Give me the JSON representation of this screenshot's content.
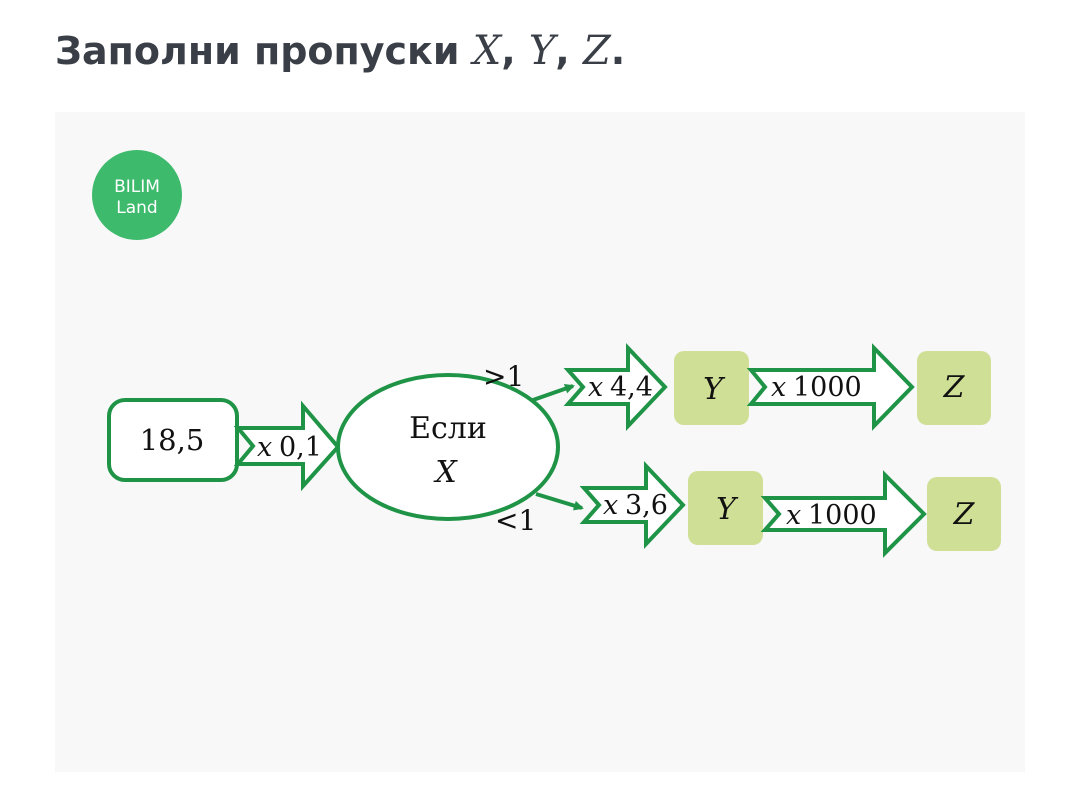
{
  "title": {
    "text": "Заполни пропуски",
    "var_x": "X",
    "var_y": "Y",
    "var_z": "Z",
    "comma": ",",
    "period": "."
  },
  "logo": {
    "line1": "BILIM",
    "line2": "Land",
    "color": "#3dba6b"
  },
  "diagram": {
    "start_value": "18,5",
    "first_multiplier_symbol": "x",
    "first_multiplier": "0,1",
    "decision_label": "Если",
    "decision_var": "X",
    "upper_condition": ">1",
    "lower_condition": "<1",
    "upper_multiplier_symbol": "x",
    "upper_multiplier": "4,4",
    "lower_multiplier_symbol": "x",
    "lower_multiplier": "3,6",
    "upper_result": "Y",
    "lower_result": "Y",
    "upper_second_symbol": "x",
    "upper_second_multiplier": "1000",
    "lower_second_symbol": "x",
    "lower_second_multiplier": "1000",
    "upper_final": "Z",
    "lower_final": "Z",
    "stroke_color": "#1f9447",
    "box_fill": "#cfdf96"
  }
}
